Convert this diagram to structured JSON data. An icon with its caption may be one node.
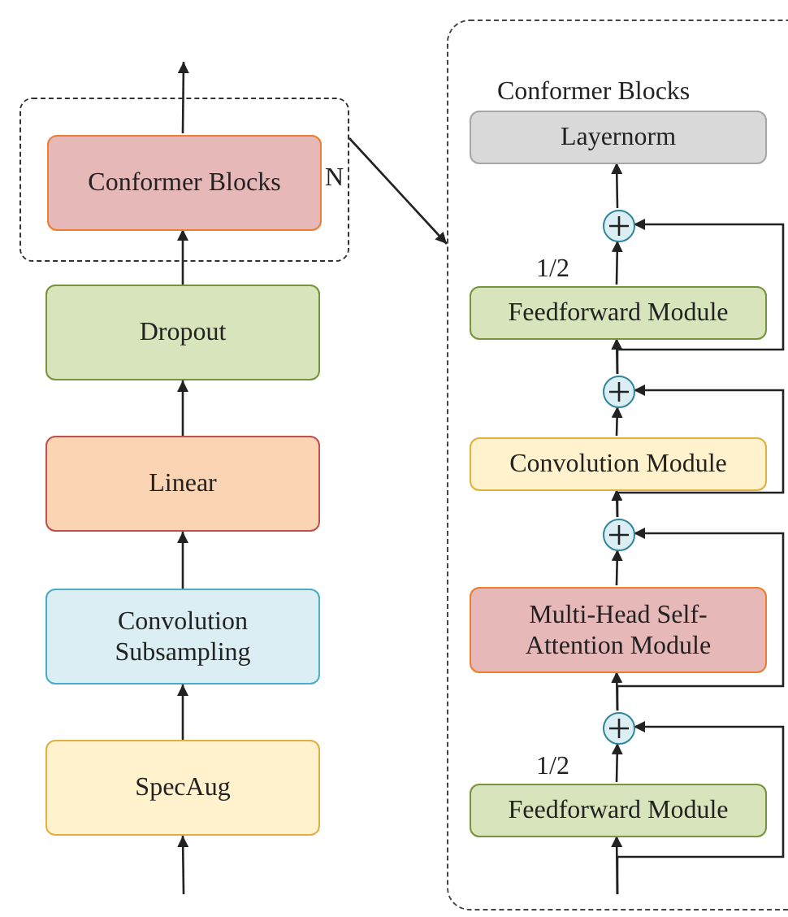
{
  "diagram": {
    "nodes": [
      {
        "text": [
          "N"
        ]
      },
      {
        "text": [
          "Conformer Blocks"
        ],
        "in": 0
      },
      {
        "text": [
          "Dropout"
        ]
      },
      {
        "text": [
          "Linear"
        ]
      },
      {
        "text": [
          "Convolution Subsampling"
        ]
      },
      {
        "text": [
          "SpecAug"
        ]
      },
      {
        "text": [
          "Conformer Blocks"
        ]
      },
      {
        "text": [
          "Layernorm"
        ],
        "in": 6
      },
      {
        "text": [],
        "shape": "circle",
        "in": 6
      },
      {
        "text": [
          "Feedforward Module"
        ],
        "beside": [
          "1/2"
        ],
        "in": 6
      },
      {
        "text": [],
        "shape": "circle",
        "in": 6
      },
      {
        "text": [
          "Convolution Module"
        ],
        "in": 6
      },
      {
        "text": [],
        "shape": "circle",
        "in": 6
      },
      {
        "text": [
          "Multi-Head Self-Attention Module"
        ],
        "in": 6
      },
      {
        "text": [],
        "shape": "circle",
        "in": 6
      },
      {
        "text": [
          "Feedforward Module"
        ],
        "beside": [
          "1/2"
        ],
        "in": 6
      }
    ],
    "edges": [
      {
        "from": null,
        "to": 5,
        "arrow": "to"
      },
      {
        "from": 5,
        "to": 4,
        "arrow": "to"
      },
      {
        "from": 4,
        "to": 3,
        "arrow": "to"
      },
      {
        "from": 3,
        "to": 2,
        "arrow": "to"
      },
      {
        "from": 2,
        "to": 1,
        "arrow": "to"
      },
      {
        "from": 1,
        "to": null,
        "arrow": "to"
      },
      {
        "from": 0,
        "to": 6,
        "arrow": "to"
      },
      {
        "from": null,
        "to": 15,
        "arrow": "to"
      },
      {
        "from": 15,
        "to": 14,
        "arrow": "to"
      },
      {
        "from": 14,
        "to": 13,
        "arrow": "to"
      },
      {
        "from": 13,
        "to": 12,
        "arrow": "to"
      },
      {
        "from": 12,
        "to": 11,
        "arrow": "to"
      },
      {
        "from": 11,
        "to": 10,
        "arrow": "to"
      },
      {
        "from": 10,
        "to": 9,
        "arrow": "to"
      },
      {
        "from": 9,
        "to": 8,
        "arrow": "to"
      },
      {
        "from": 8,
        "to": 7,
        "arrow": "to"
      },
      {
        "from": null,
        "to": 14,
        "arrow": "to"
      },
      {
        "from": 14,
        "to": 12,
        "arrow": "to"
      },
      {
        "from": 12,
        "to": 10,
        "arrow": "to"
      },
      {
        "from": 10,
        "to": 8,
        "arrow": "to"
      }
    ]
  }
}
